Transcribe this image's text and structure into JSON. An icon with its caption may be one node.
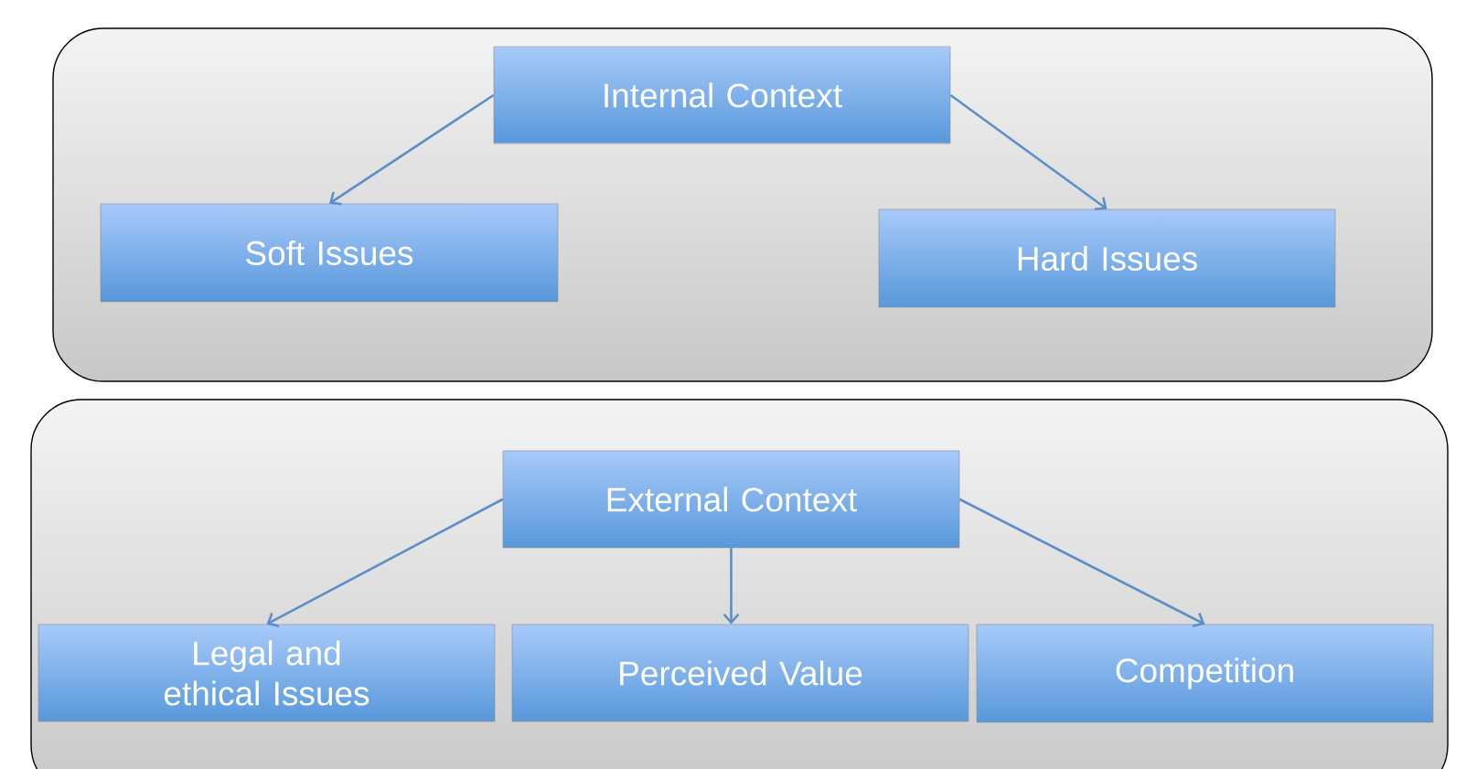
{
  "diagram": {
    "nodes": [
      {
        "text": [],
        "shape": "box"
      },
      {
        "text": [
          "Internal Context"
        ],
        "in": 0
      },
      {
        "text": [
          "Soft Issues"
        ],
        "in": 0
      },
      {
        "text": [
          "Hard Issues"
        ],
        "in": 0
      },
      {
        "text": [],
        "shape": "box"
      },
      {
        "text": [
          "External Context"
        ],
        "in": 4
      },
      {
        "text": [
          "Legal and ethical Issues"
        ],
        "in": 4
      },
      {
        "text": [
          "Perceived Value"
        ],
        "in": 4
      },
      {
        "text": [
          "Competition"
        ],
        "in": 4
      }
    ],
    "edges": [
      {
        "from": 1,
        "to": 2,
        "arrow": "to"
      },
      {
        "from": 1,
        "to": 3,
        "arrow": "to"
      },
      {
        "from": 5,
        "to": 6,
        "arrow": "to"
      },
      {
        "from": 5,
        "to": 7,
        "arrow": "to"
      },
      {
        "from": 5,
        "to": 8,
        "arrow": "to"
      }
    ]
  }
}
